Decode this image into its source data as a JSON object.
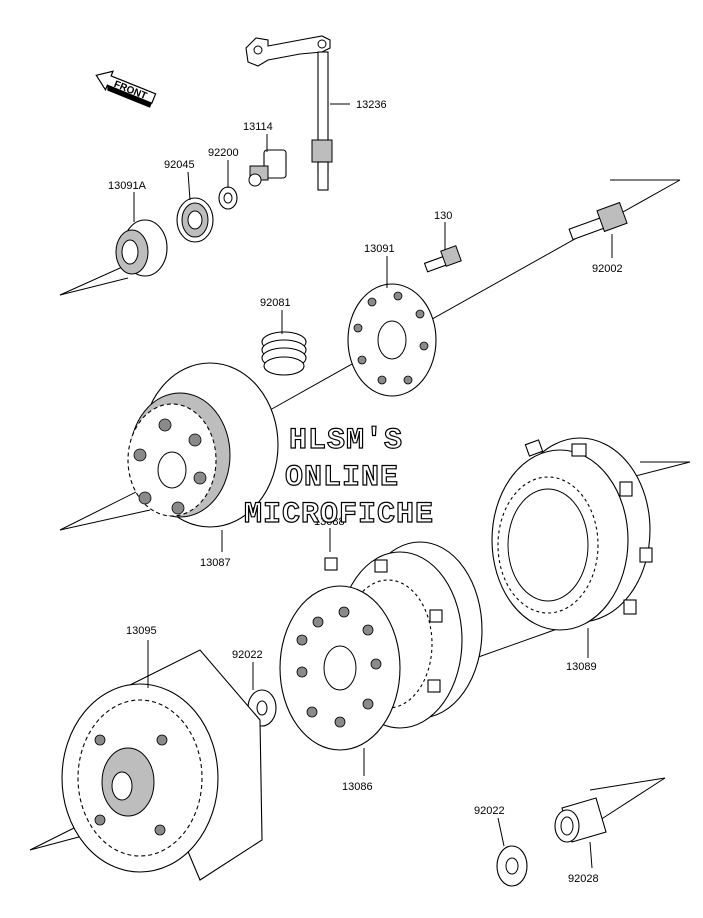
{
  "front_label": "FRONT",
  "watermark": [
    "HLSM'S",
    "ONLINE",
    "MICROFICHE"
  ],
  "parts": {
    "p13236": "13236",
    "p13114": "13114",
    "p92200": "92200",
    "p92045": "92045",
    "p13091A": "13091A",
    "p130": "130",
    "p92002": "92002",
    "p13091": "13091",
    "p92081": "92081",
    "p13087": "13087",
    "p13088": "13088",
    "p13089": "13089",
    "p13095": "13095",
    "p92022a": "92022",
    "p13086": "13086",
    "p92022b": "92022",
    "p92028": "92028"
  }
}
